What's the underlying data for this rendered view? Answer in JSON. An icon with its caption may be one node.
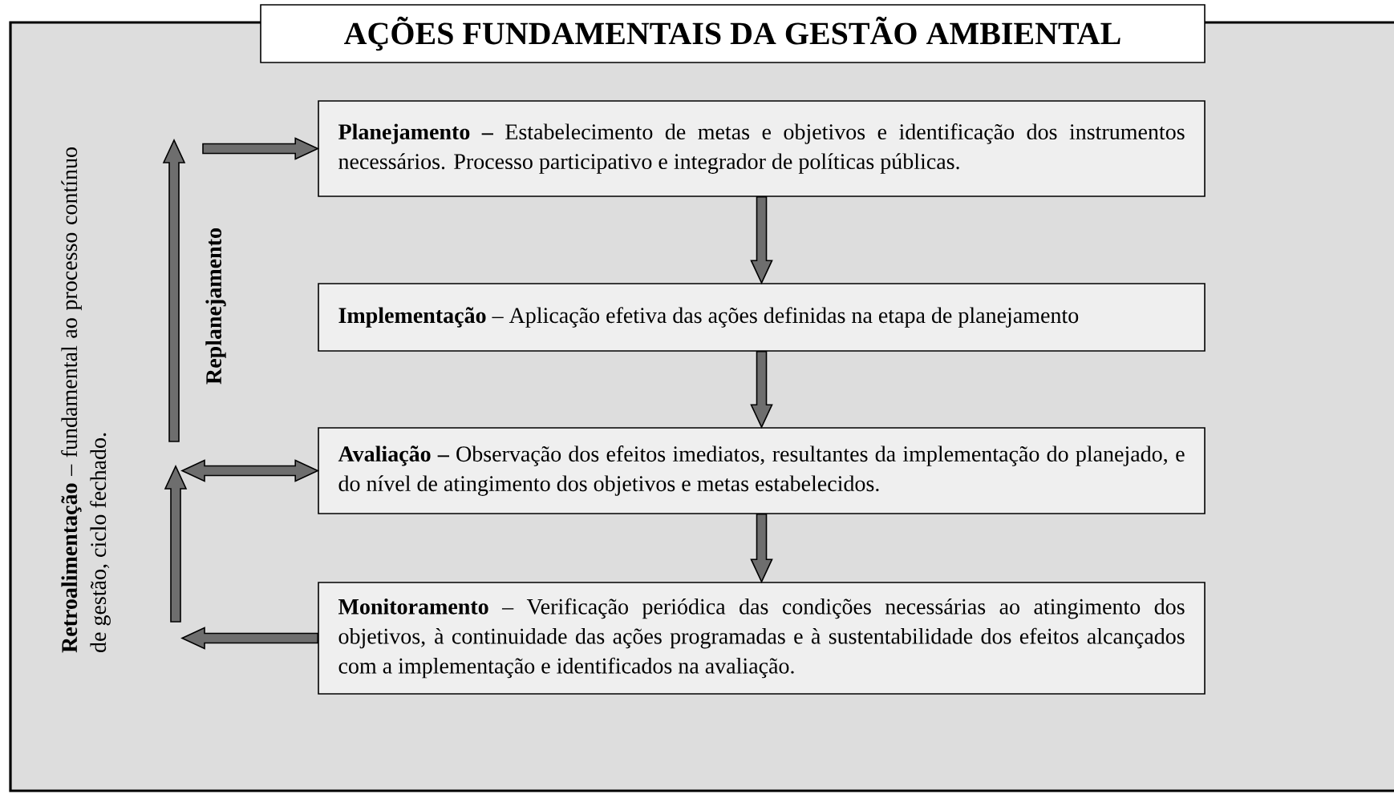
{
  "diagram": {
    "title": "AÇÕES FUNDAMENTAIS DA GESTÃO AMBIENTAL",
    "nodes": [
      {
        "text": [
          "**Planejamento –** Estabelecimento de metas e objetivos e identificação dos instrumentos necessários. Processo participativo e integrador de políticas públicas."
        ]
      },
      {
        "text": [
          "**Implementação** – Aplicação efetiva das ações definidas na etapa de planejamento"
        ]
      },
      {
        "text": [
          "**Avaliação –** Observação dos efeitos imediatos, resultantes da implementação do planejado, e do nível de atingimento dos objetivos e metas estabelecidos."
        ]
      },
      {
        "text": [
          "**Monitoramento** – Verificação periódica das condições necessárias ao atingimento dos objetivos, à continuidade das ações programadas e à sustentabilidade dos efeitos alcançados com a implementação e identificados na avaliação."
        ]
      }
    ],
    "edges": [
      {
        "from": 0,
        "to": 1,
        "arrow": "to"
      },
      {
        "from": 1,
        "to": 2,
        "arrow": "to"
      },
      {
        "from": 2,
        "to": 3,
        "arrow": "to"
      },
      {
        "from": 3,
        "to": null,
        "arrow": "to"
      },
      {
        "from": null,
        "to": 2,
        "arrow": "both"
      },
      {
        "from": null,
        "to": 0,
        "arrow": "to"
      }
    ],
    "labels": [
      "**Retroalimentação** – fundamental ao processo contínuo de gestão, ciclo fechado.",
      "Replanejamento"
    ]
  }
}
